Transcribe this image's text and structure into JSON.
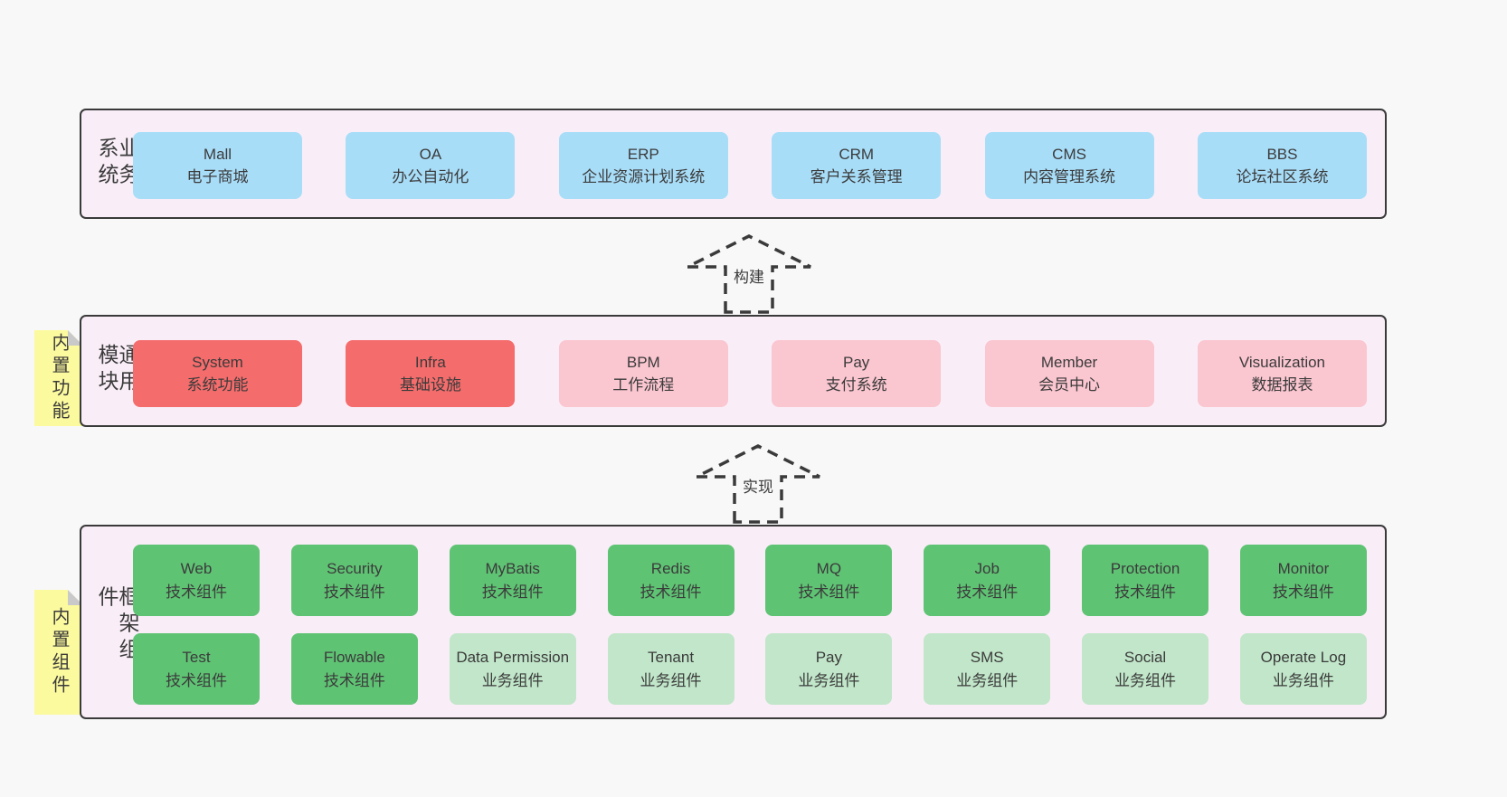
{
  "colors": {
    "page_bg": "#f8f8f8",
    "panel_bg": "#f9eef7",
    "panel_border": "#3a3a3a",
    "text": "#3b3b3b",
    "note_bg": "#fcfa9e",
    "note_fold": "#c9c9c9",
    "box_blue": "#a8ddf8",
    "box_red": "#f56c6c",
    "box_pink": "#fac6d0",
    "box_green": "#5fc374",
    "box_light_green": "#c1e6c9"
  },
  "bands": [
    {
      "label": "业务系统",
      "rows": [
        [
          {
            "name": "Mall",
            "desc": "电子商城",
            "color": "box_blue"
          },
          {
            "name": "OA",
            "desc": "办公自动化",
            "color": "box_blue"
          },
          {
            "name": "ERP",
            "desc": "企业资源计划系统",
            "color": "box_blue"
          },
          {
            "name": "CRM",
            "desc": "客户关系管理",
            "color": "box_blue"
          },
          {
            "name": "CMS",
            "desc": "内容管理系统",
            "color": "box_blue"
          },
          {
            "name": "BBS",
            "desc": "论坛社区系统",
            "color": "box_blue"
          }
        ]
      ]
    },
    {
      "label": "通用模块",
      "note": "内置功能",
      "rows": [
        [
          {
            "name": "System",
            "desc": "系统功能",
            "color": "box_red"
          },
          {
            "name": "Infra",
            "desc": "基础设施",
            "color": "box_red"
          },
          {
            "name": "BPM",
            "desc": "工作流程",
            "color": "box_pink"
          },
          {
            "name": "Pay",
            "desc": "支付系统",
            "color": "box_pink"
          },
          {
            "name": "Member",
            "desc": "会员中心",
            "color": "box_pink"
          },
          {
            "name": "Visualization",
            "desc": "数据报表",
            "color": "box_pink"
          }
        ]
      ]
    },
    {
      "label": "框架组件",
      "note": "内置组件",
      "rows": [
        [
          {
            "name": "Web",
            "desc": "技术组件",
            "color": "box_green"
          },
          {
            "name": "Security",
            "desc": "技术组件",
            "color": "box_green"
          },
          {
            "name": "MyBatis",
            "desc": "技术组件",
            "color": "box_green"
          },
          {
            "name": "Redis",
            "desc": "技术组件",
            "color": "box_green"
          },
          {
            "name": "MQ",
            "desc": "技术组件",
            "color": "box_green"
          },
          {
            "name": "Job",
            "desc": "技术组件",
            "color": "box_green"
          },
          {
            "name": "Protection",
            "desc": "技术组件",
            "color": "box_green"
          },
          {
            "name": "Monitor",
            "desc": "技术组件",
            "color": "box_green"
          }
        ],
        [
          {
            "name": "Test",
            "desc": "技术组件",
            "color": "box_green"
          },
          {
            "name": "Flowable",
            "desc": "技术组件",
            "color": "box_green"
          },
          {
            "name": "Data Permission",
            "desc": "业务组件",
            "color": "box_light_green"
          },
          {
            "name": "Tenant",
            "desc": "业务组件",
            "color": "box_light_green"
          },
          {
            "name": "Pay",
            "desc": "业务组件",
            "color": "box_light_green"
          },
          {
            "name": "SMS",
            "desc": "业务组件",
            "color": "box_light_green"
          },
          {
            "name": "Social",
            "desc": "业务组件",
            "color": "box_light_green"
          },
          {
            "name": "Operate Log",
            "desc": "业务组件",
            "color": "box_light_green"
          }
        ]
      ]
    }
  ],
  "arrows": [
    {
      "label": "构建"
    },
    {
      "label": "实现"
    }
  ]
}
